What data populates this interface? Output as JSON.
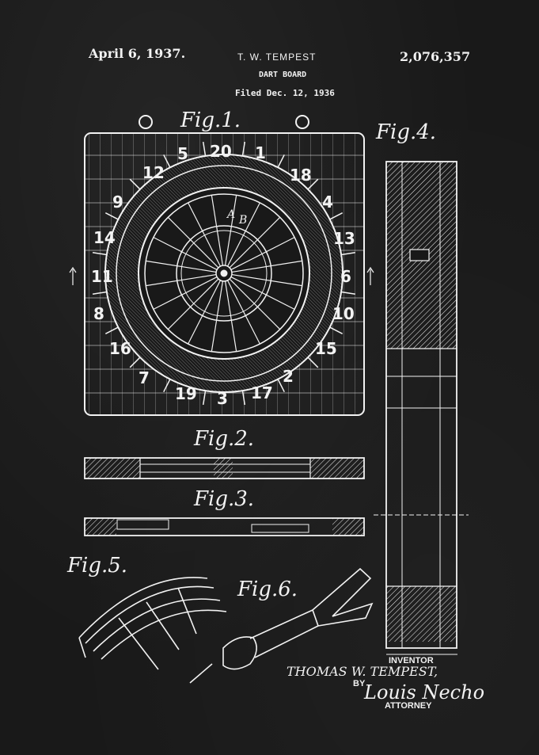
{
  "header": {
    "date": "April 6, 1937.",
    "inventor_name": "T. W. TEMPEST",
    "patent_number": "2,076,357",
    "title": "DART BOARD",
    "filed": "Filed Dec. 12, 1936"
  },
  "figures": {
    "fig1": "Fig.1.",
    "fig2": "Fig.2.",
    "fig3": "Fig.3.",
    "fig4": "Fig.4.",
    "fig5": "Fig.5.",
    "fig6": "Fig.6."
  },
  "board_numbers": [
    "20",
    "1",
    "18",
    "4",
    "13",
    "6",
    "10",
    "15",
    "2",
    "17",
    "3",
    "19",
    "7",
    "16",
    "8",
    "11",
    "14",
    "9",
    "12",
    "5"
  ],
  "board_letters": {
    "a": "A",
    "b": "B"
  },
  "footer": {
    "inventor_label": "INVENTOR",
    "inventor_signature": "THOMAS W. TEMPEST,",
    "by": "BY",
    "attorney_signature": "Louis Necho",
    "attorney_label": "ATTORNEY"
  },
  "colors": {
    "background": "#191919",
    "ink": "#f2f2f2"
  }
}
